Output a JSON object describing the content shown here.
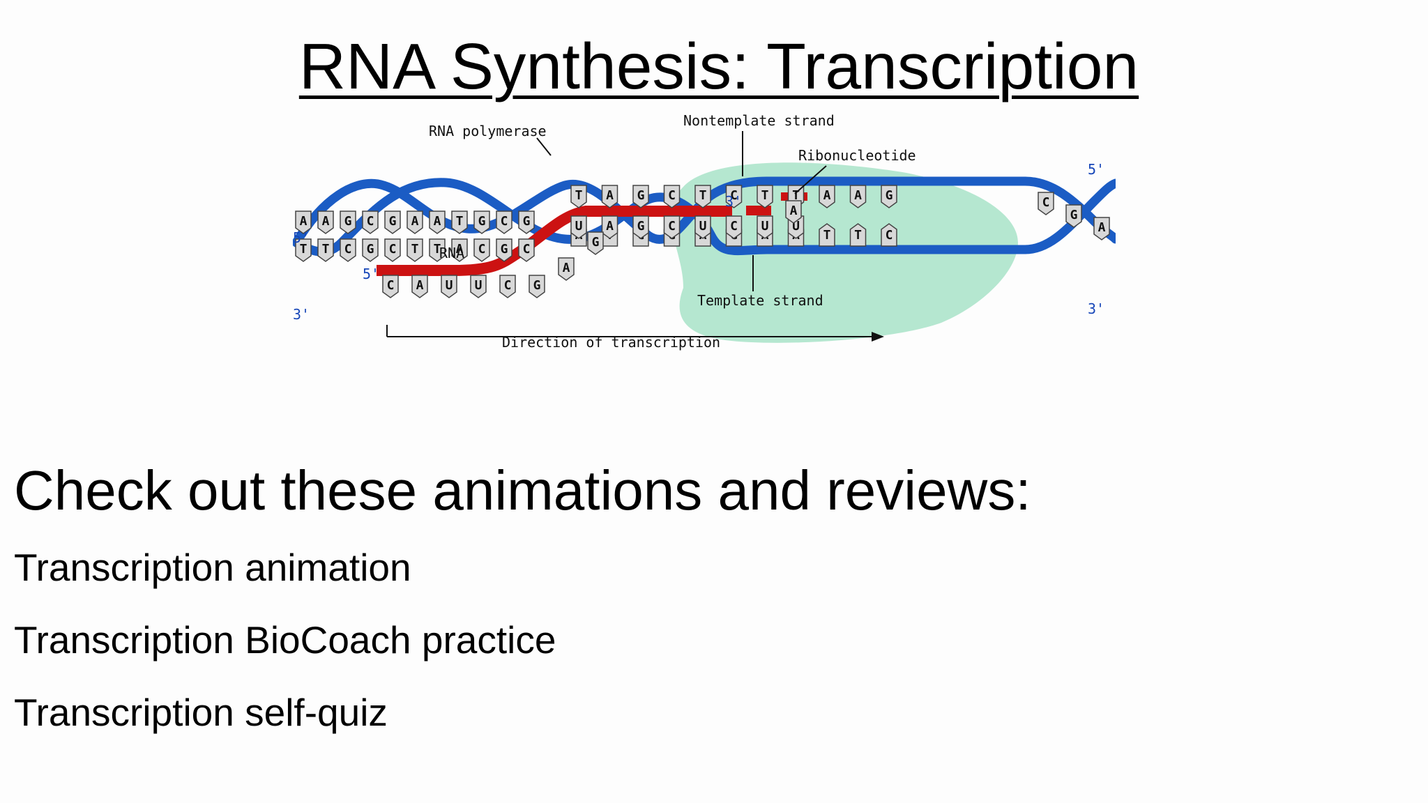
{
  "slide": {
    "title": "RNA Synthesis: Transcription",
    "heading": "Check out these animations and reviews:",
    "links": [
      "Transcription animation",
      "Transcription BioCoach practice",
      "Transcription self-quiz"
    ]
  },
  "diagram": {
    "labels": {
      "rna_polymerase": "RNA polymerase",
      "nontemplate_strand": "Nontemplate strand",
      "ribonucleotide": "Ribonucleotide",
      "rna": "RNA",
      "template_strand": "Template strand",
      "direction": "Direction of transcription"
    },
    "ends": {
      "five_prime": "5'",
      "three_prime": "3'"
    },
    "colors": {
      "dna_strand": "#1b5cc4",
      "rna_strand": "#cc1212",
      "polymerase": "#a8e3c8",
      "base_fill": "#d8d8d8"
    },
    "sequences": {
      "nontemplate": [
        "T",
        "A",
        "G",
        "C",
        "T",
        "C",
        "T",
        "T",
        "A",
        "A",
        "G"
      ],
      "template": [
        "A",
        "T",
        "C",
        "G",
        "A",
        "G",
        "A",
        "A",
        "T",
        "T",
        "C"
      ],
      "rna_in_bubble": [
        "U",
        "A",
        "G",
        "C",
        "U",
        "C",
        "U",
        "U"
      ],
      "rna_trailing": [
        "C",
        "A",
        "U",
        "U",
        "C",
        "G",
        "A",
        "G"
      ],
      "new_nucleotide": "A",
      "left_helix": [
        "A",
        "A",
        "G",
        "C",
        "G",
        "A",
        "A",
        "T",
        "G",
        "C",
        "G"
      ],
      "left_helix_pair": [
        "T",
        "T",
        "C",
        "G",
        "C",
        "T",
        "T",
        "A",
        "C",
        "G",
        "C"
      ],
      "right_helix": [
        "C",
        "G",
        "A"
      ]
    }
  }
}
